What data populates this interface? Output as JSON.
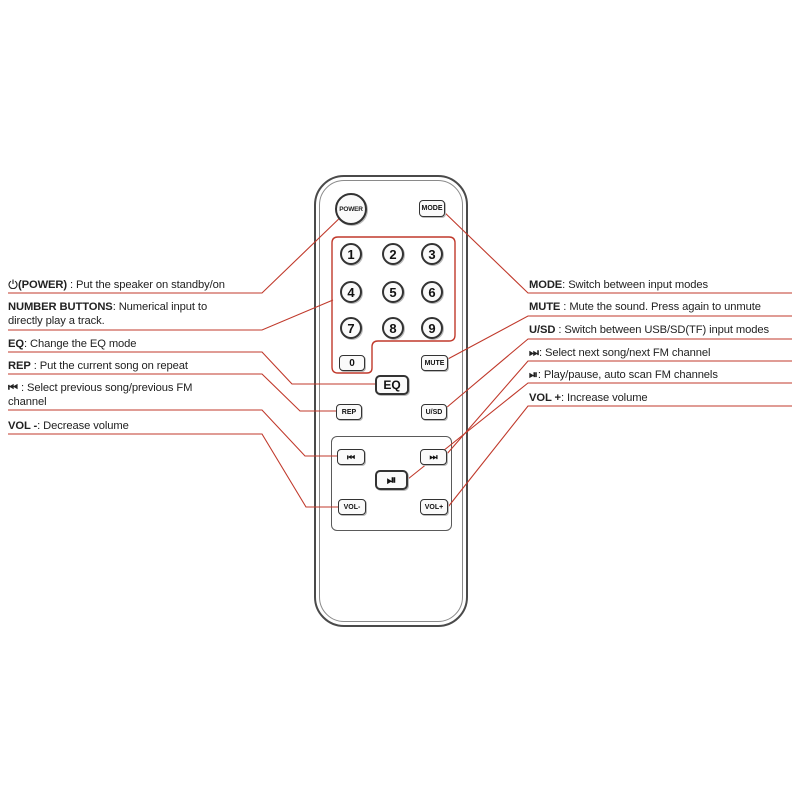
{
  "remote": {
    "buttons": {
      "power": "POWER",
      "mode": "MODE",
      "numbers": [
        "1",
        "2",
        "3",
        "4",
        "5",
        "6",
        "7",
        "8",
        "9"
      ],
      "zero": "0",
      "mute": "MUTE",
      "eq": "EQ",
      "rep": "REP",
      "usd": "U/SD",
      "prev": "⏮",
      "next": "⏭",
      "play": "⏯",
      "vol_minus": "VOL-",
      "vol_plus": "VOL+"
    }
  },
  "labels": {
    "power": {
      "key": "(POWER)",
      "desc": " : Put the speaker on standby/on"
    },
    "numbers": {
      "key": "NUMBER BUTTONS",
      "desc": ": Numerical input to",
      "desc2": "directly play a track."
    },
    "eq": {
      "key": "EQ",
      "desc": ": Change the EQ mode"
    },
    "rep": {
      "key": "REP",
      "desc": " : Put the current song on repeat"
    },
    "prev": {
      "key": "⏮",
      "desc": " : Select previous song/previous FM",
      "desc2": "channel"
    },
    "vol_minus": {
      "key": "VOL -",
      "desc": ": Decrease volume"
    },
    "mode": {
      "key": "MODE",
      "desc": ": Switch between input modes"
    },
    "mute": {
      "key": "MUTE",
      "desc": " : Mute the sound. Press again to unmute"
    },
    "usd": {
      "key": "U/SD",
      "desc": " : Switch between USB/SD(TF) input modes"
    },
    "next": {
      "key": "⏭",
      "desc": ": Select next song/next FM channel"
    },
    "play": {
      "key": "⏯",
      "desc": ": Play/pause, auto scan FM channels"
    },
    "vol_plus": {
      "key": "VOL +",
      "desc": ": Increase volume"
    }
  },
  "colors": {
    "leader_line": "#c0392b",
    "remote_outline": "#4a4a4a",
    "text": "#222222"
  },
  "icons": {
    "power_symbol": "power-icon",
    "prev": "skip-previous-icon",
    "next": "skip-next-icon",
    "play_pause": "play-pause-icon"
  }
}
